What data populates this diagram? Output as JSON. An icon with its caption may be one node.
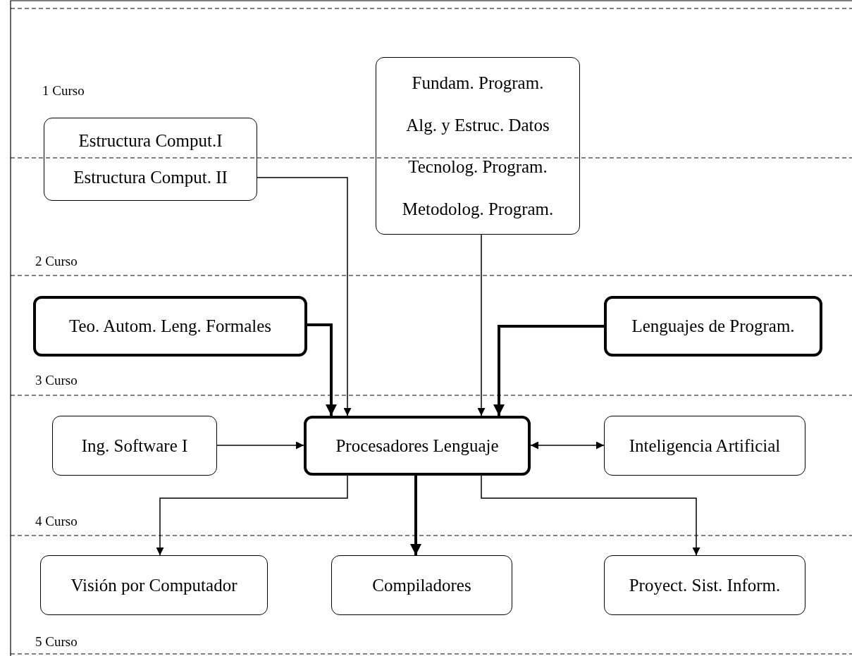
{
  "diagram": {
    "nodes": [
      {
        "text": [
          "Estructura Comput.I",
          "Estructura Comput. II"
        ]
      },
      {
        "text": [
          "Fundam. Program.",
          "Alg. y Estruc. Datos",
          "Tecnolog. Program.",
          "Metodolog. Program."
        ]
      },
      {
        "text": [
          "Teo. Autom. Leng. Formales"
        ]
      },
      {
        "text": [
          "Lenguajes de Program."
        ]
      },
      {
        "text": [
          "Ing. Software I"
        ]
      },
      {
        "text": [
          "Procesadores Lenguaje"
        ]
      },
      {
        "text": [
          "Inteligencia Artificial"
        ]
      },
      {
        "text": [
          "Visión por Computador"
        ]
      },
      {
        "text": [
          "Compiladores"
        ]
      },
      {
        "text": [
          "Proyect. Sist. Inform."
        ]
      }
    ],
    "edges": [
      {
        "from": 0,
        "to": 5,
        "arrow": "to"
      },
      {
        "from": 1,
        "to": 5,
        "arrow": "to"
      },
      {
        "from": 2,
        "to": 5,
        "arrow": "to",
        "style": "thick"
      },
      {
        "from": 3,
        "to": 5,
        "arrow": "to",
        "style": "thick"
      },
      {
        "from": 4,
        "to": 5,
        "arrow": "to"
      },
      {
        "from": 5,
        "to": 6,
        "arrow": "both"
      },
      {
        "from": 5,
        "to": 7,
        "arrow": "to"
      },
      {
        "from": 5,
        "to": 8,
        "arrow": "to",
        "style": "thick"
      },
      {
        "from": 5,
        "to": 9,
        "arrow": "to"
      }
    ],
    "labels": [
      "1 Curso",
      "2 Curso",
      "3 Curso",
      "4 Curso",
      "5 Curso"
    ]
  }
}
